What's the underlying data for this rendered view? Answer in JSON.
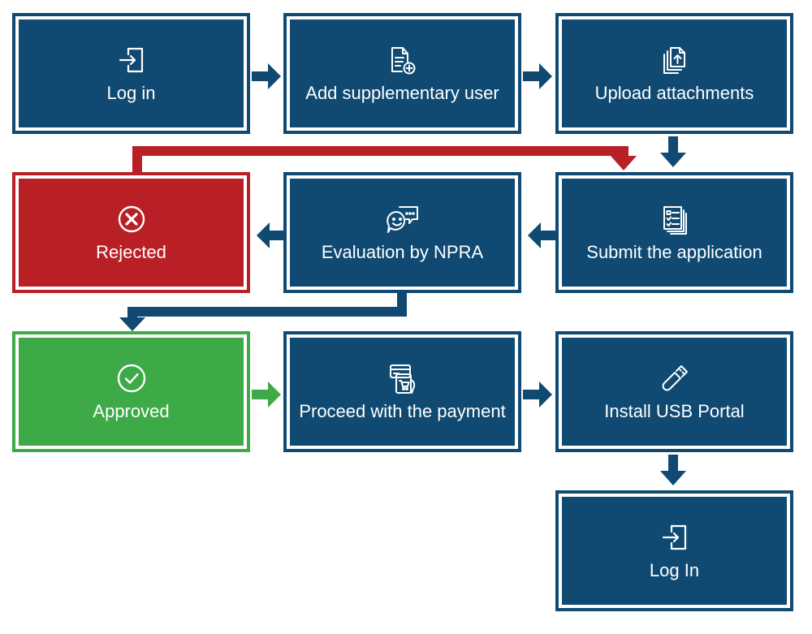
{
  "colors": {
    "blue": "#104a72",
    "red": "#b92026",
    "green": "#3daa47"
  },
  "steps": [
    {
      "label": "Log in",
      "icon": "login-icon"
    },
    {
      "label": "Add supplementary user",
      "icon": "add-document-icon"
    },
    {
      "label": "Upload attachments",
      "icon": "upload-files-icon"
    },
    {
      "label": "Submit the application",
      "icon": "checklist-document-icon"
    },
    {
      "label": "Evaluation by NPRA",
      "icon": "chat-bubbles-icon"
    },
    {
      "label": "Rejected",
      "icon": "x-circle-icon"
    },
    {
      "label": "Approved",
      "icon": "check-circle-icon"
    },
    {
      "label": "Proceed with the payment",
      "icon": "mobile-payment-icon"
    },
    {
      "label": "Install USB Portal",
      "icon": "usb-drive-icon"
    },
    {
      "label": "Log In",
      "icon": "login-icon"
    }
  ]
}
